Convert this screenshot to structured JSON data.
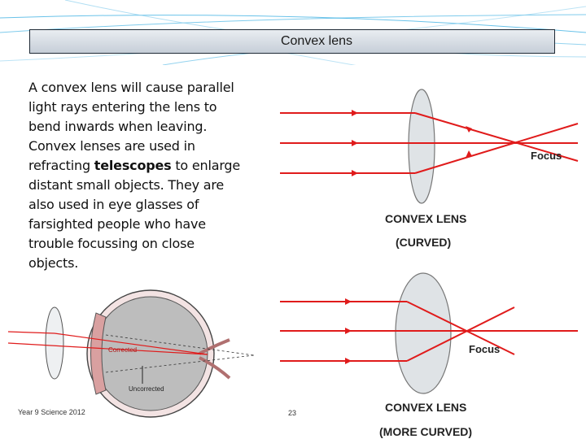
{
  "slide": {
    "title": "Convex lens",
    "body_part1": "A convex lens will cause parallel light rays entering the lens to bend inwards when leaving. Convex lenses are used in refracting ",
    "body_bold": "telescopes",
    "body_part2": " to enlarge distant small objects. They are also used in eye glasses of farsighted people who have trouble focussing on close objects.",
    "footer": "Year 9 Science 2012",
    "page_number": "23"
  },
  "diagram1": {
    "focus_label": "Focus",
    "lens_label_line1": "CONVEX LENS",
    "lens_label_line2": "(CURVED)"
  },
  "diagram2": {
    "focus_label": "Focus",
    "lens_label_line1": "CONVEX LENS",
    "lens_label_line2": "(MORE CURVED)"
  },
  "eye_diagram": {
    "corrected_label": "Corrected",
    "uncorrected_label": "Uncorrected"
  },
  "colors": {
    "ray": "#e01b1b",
    "accent_line": "#29a8e0",
    "title_border": "#1f2a36"
  }
}
